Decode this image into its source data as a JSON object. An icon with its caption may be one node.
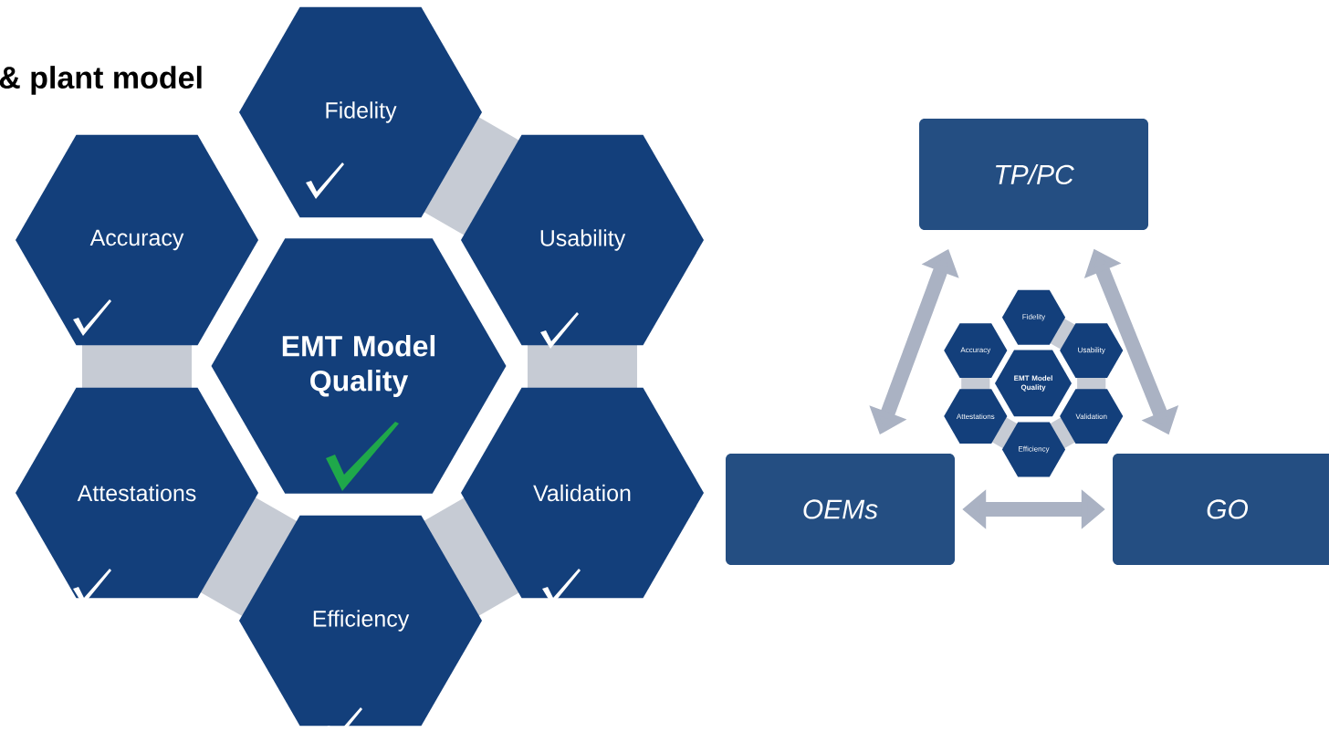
{
  "diagram": {
    "title": "& plant model",
    "nodes": [
      {
        "text": [
          "Fidelity"
        ]
      },
      {
        "text": [
          "Accuracy"
        ]
      },
      {
        "text": [
          "Usability"
        ]
      },
      {
        "text": [
          "EMT Model Quality"
        ]
      },
      {
        "text": [
          "Attestations"
        ]
      },
      {
        "text": [
          "Validation"
        ]
      },
      {
        "text": [
          "Efficiency"
        ]
      },
      {
        "text": [
          "TP/PC"
        ]
      },
      {
        "text": [
          "OEMs"
        ]
      },
      {
        "text": [
          "GO"
        ]
      },
      {
        "text": [
          "Fidelity"
        ]
      },
      {
        "text": [
          "Accuracy"
        ]
      },
      {
        "text": [
          "Usability"
        ]
      },
      {
        "text": [
          "EMT Model Quality"
        ]
      },
      {
        "text": [
          "Attestations"
        ]
      },
      {
        "text": [
          "Validation"
        ]
      },
      {
        "text": [
          "Efficiency"
        ]
      }
    ],
    "edges": [
      {
        "from": 7,
        "to": 8,
        "arrow": "both"
      },
      {
        "from": 7,
        "to": 9,
        "arrow": "both"
      },
      {
        "from": 8,
        "to": 9,
        "arrow": "both"
      }
    ]
  }
}
